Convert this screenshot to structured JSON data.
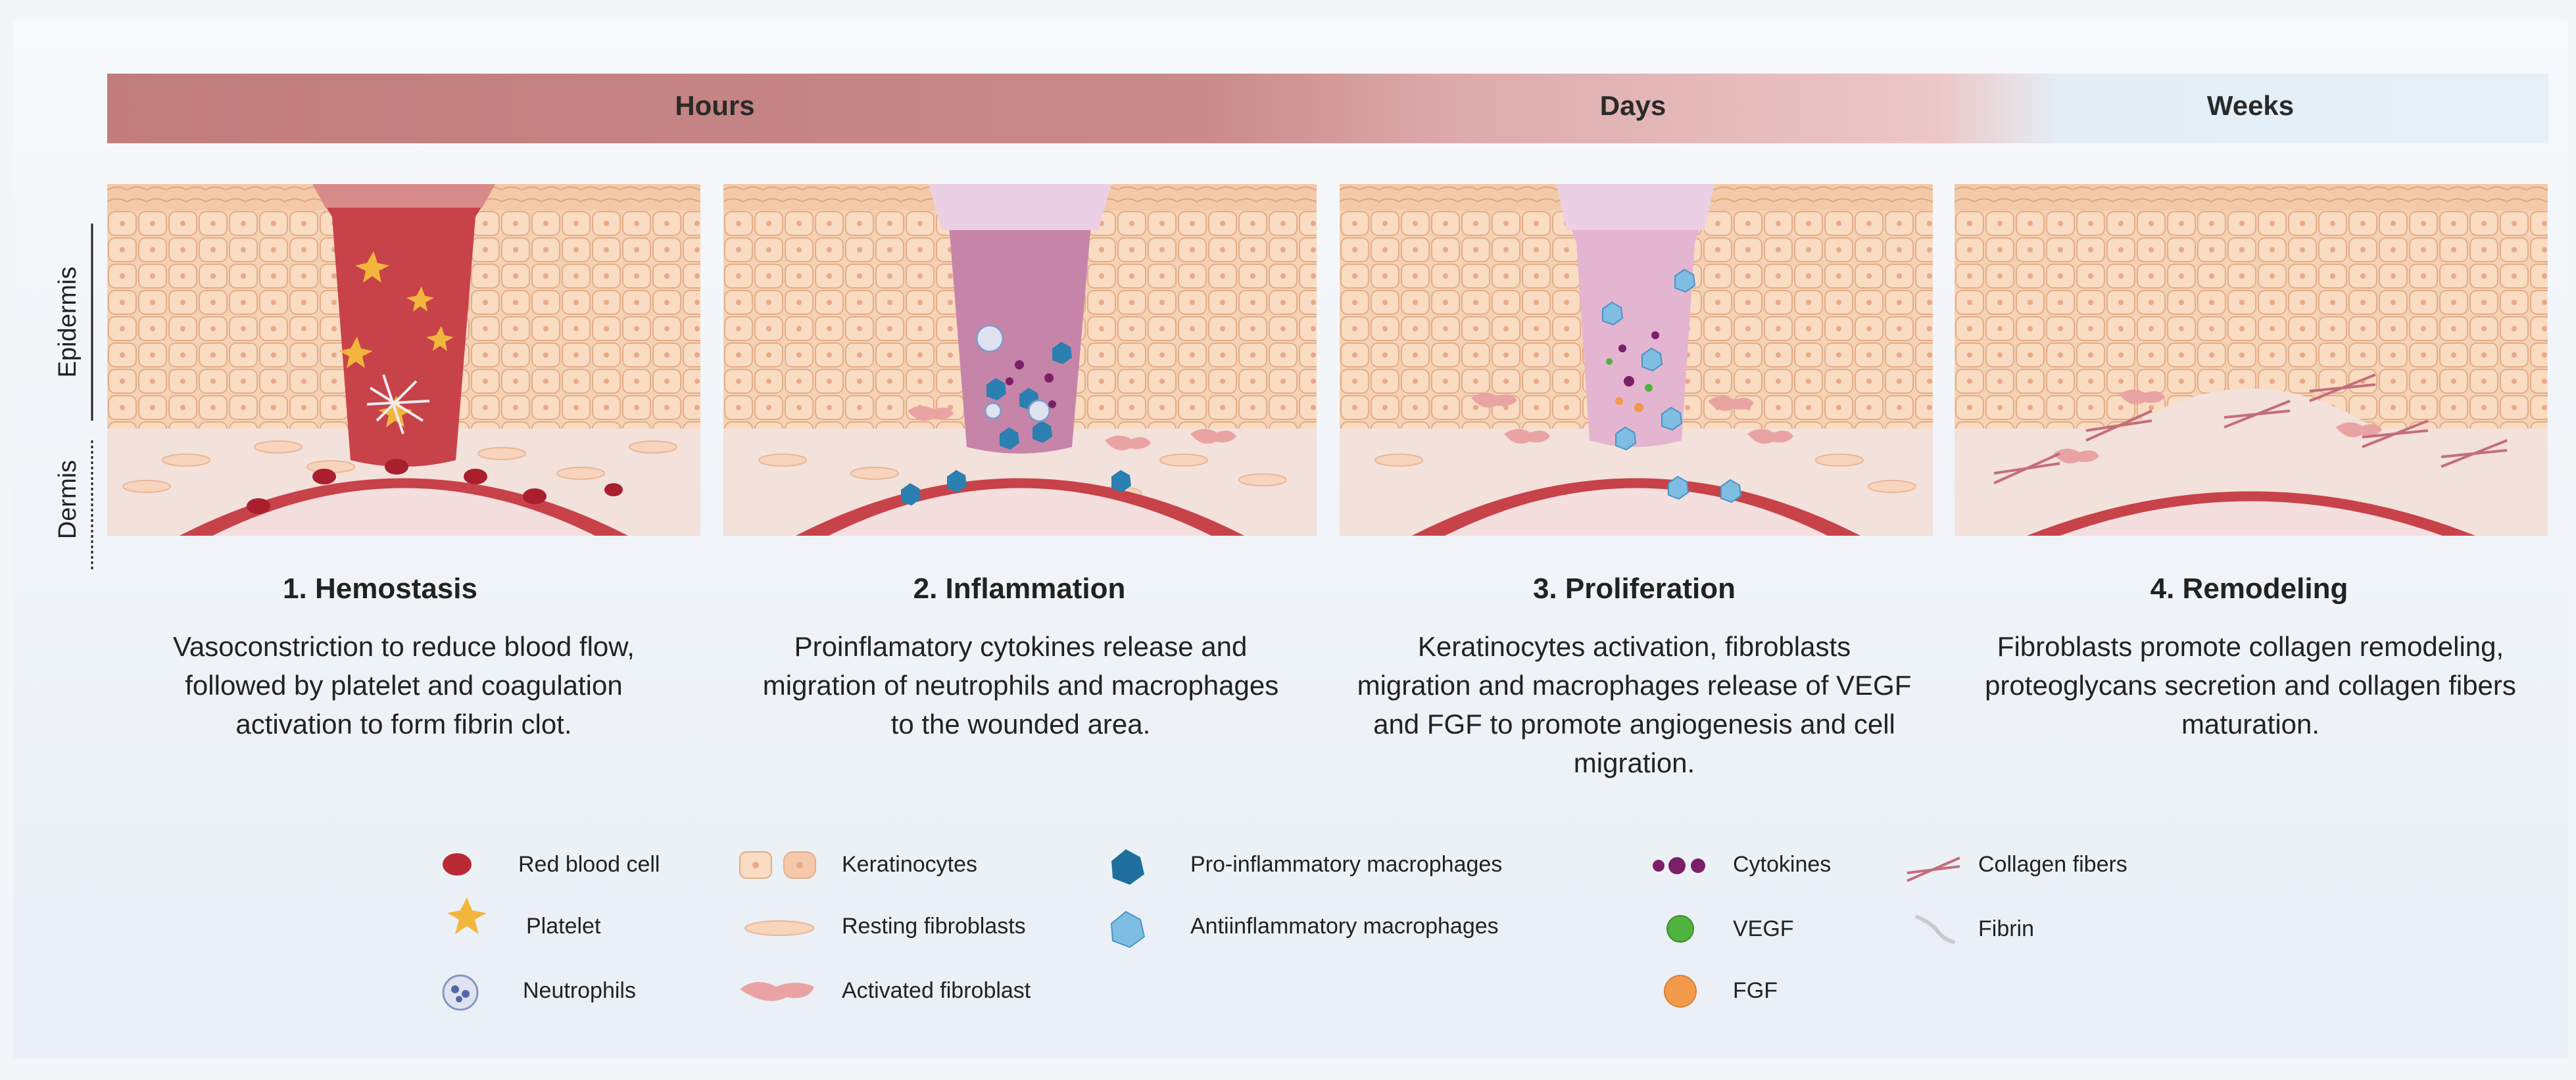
{
  "timeline": {
    "hours": "Hours",
    "days": "Days",
    "weeks": "Weeks"
  },
  "side_labels": {
    "epidermis": "Epidermis",
    "dermis": "Dermis"
  },
  "stages": [
    {
      "title": "1. Hemostasis",
      "lines": [
        "Vasoconstriction to reduce blood flow,",
        "followed by platelet and coagulation",
        "activation to form fibrin clot."
      ]
    },
    {
      "title": "2. Inflammation",
      "lines": [
        "Proinflamatory cytokines release and",
        "migration of neutrophils and macrophages",
        "to the wounded area."
      ]
    },
    {
      "title": "3. Proliferation",
      "lines": [
        "Keratinocytes activation, fibroblasts",
        "migration and macrophages release of VEGF",
        "and FGF to promote angiogenesis and cell",
        "migration."
      ]
    },
    {
      "title": "4. Remodeling",
      "lines": [
        "Fibroblasts promote collagen remodeling,",
        "proteoglycans secretion and collagen fibers",
        "maturation."
      ]
    }
  ],
  "legend": [
    {
      "icon": "red-blood-cell-icon",
      "label": "Red blood cell"
    },
    {
      "icon": "platelet-icon",
      "label": "Platelet"
    },
    {
      "icon": "neutrophil-icon",
      "label": "Neutrophils"
    },
    {
      "icon": "keratinocyte-icon",
      "label": "Keratinocytes"
    },
    {
      "icon": "resting-fibroblast-icon",
      "label": "Resting fibroblasts"
    },
    {
      "icon": "activated-fibroblast-icon",
      "label": "Activated fibroblast"
    },
    {
      "icon": "pro-inflammatory-macrophage-icon",
      "label": "Pro-inflammatory macrophages"
    },
    {
      "icon": "anti-inflammatory-macrophage-icon",
      "label": "Antiinflammatory macrophages"
    },
    {
      "icon": "cytokines-icon",
      "label": "Cytokines"
    },
    {
      "icon": "vegf-icon",
      "label": "VEGF"
    },
    {
      "icon": "fgf-icon",
      "label": "FGF"
    },
    {
      "icon": "collagen-fibers-icon",
      "label": "Collagen fibers"
    },
    {
      "icon": "fibrin-icon",
      "label": "Fibrin"
    }
  ],
  "colors": {
    "skin": "#f6d2b4",
    "skin_cell_line": "#e8b48e",
    "dermis": "#f3e1db",
    "vessel": "#c8424a",
    "blood": "#b92a34",
    "timeline_dark": "#bf7b7b",
    "timeline_light": "#e8f1f8",
    "inflammation_wound": "#c685a8",
    "proliferation_wound": "#e3b5d0",
    "macrophage_pro": "#1f6f9e",
    "macrophage_anti": "#7fbde3",
    "cytokine": "#7b1f66",
    "vegf": "#4fb33d",
    "fgf": "#f29a4a"
  }
}
